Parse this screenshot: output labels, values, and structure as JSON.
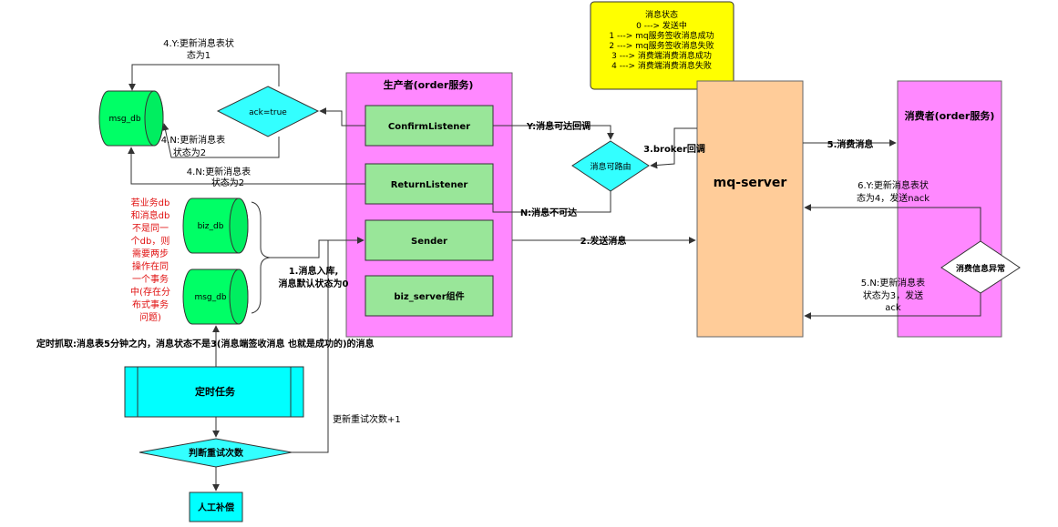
{
  "status_note": {
    "title": "消息状态",
    "lines": [
      "0 ---> 发送中",
      "1 ---> mq服务签收消息成功",
      "2 ---> mq服务签收消息失败",
      "3 ---> 消费端消费消息成功",
      "4 ---> 消费端消费消息失败"
    ],
    "bg_color": "#FFFF00"
  },
  "producer": {
    "title": "生产者(order服务)",
    "confirm_listener": "ConfirmListener",
    "return_listener": "ReturnListener",
    "sender": "Sender",
    "biz_server": "biz_server组件",
    "bg_color": "#FF88FF"
  },
  "mq_server": {
    "title": "mq-server",
    "bg_color": "#FFCC99"
  },
  "consumer": {
    "title": "消费者(order服务)",
    "bg_color": "#FF88FF"
  },
  "db": {
    "msg_db_top": "msg_db",
    "biz_db": "biz_db",
    "msg_db_bottom": "msg_db",
    "color": "#00FF66"
  },
  "ack_diamond": "ack=true",
  "route_diamond": "消息可路由",
  "consume_diamond": "消费信息异常",
  "retry_diamond": "判断重试次数",
  "timer_task": "定时任务",
  "manual": "人工补偿",
  "red_note": "若业务db和消息db不是同一个db，则需要两步操作在同一个事务中(存在分布式事务问题)",
  "labels": {
    "y_update_line1": "4.Y:更新消息表状",
    "y_update_line2": "态为1",
    "n_update_a_line1": "4.N:更新消息表",
    "n_update_a_line2": "状态为2",
    "n_update_b_line1": "4.N:更新消息表",
    "n_update_b_line2": "状态为2",
    "y_reachable": "Y:消息可达回调",
    "n_unreachable": "N:消息不可达",
    "broker_callback": "3.broker回调",
    "send_msg": "2.发送消息",
    "consume_msg": "5.消费消息",
    "consumer_y_line1": "6.Y:更新消息表状",
    "consumer_y_line2": "态为4，发送nack",
    "consumer_n_line1": "5.N:更新消息表",
    "consumer_n_line2": "状态为3，发送",
    "consumer_n_line3": "ack",
    "store_line1": "1.消息入库,",
    "store_line2": "消息默认状态为0",
    "timer_scan": "定时抓取:消息表5分钟之内，消息状态不是3(消息端签收消息 也就是成功的)的消息",
    "retry_update": "更新重试次数+1"
  }
}
